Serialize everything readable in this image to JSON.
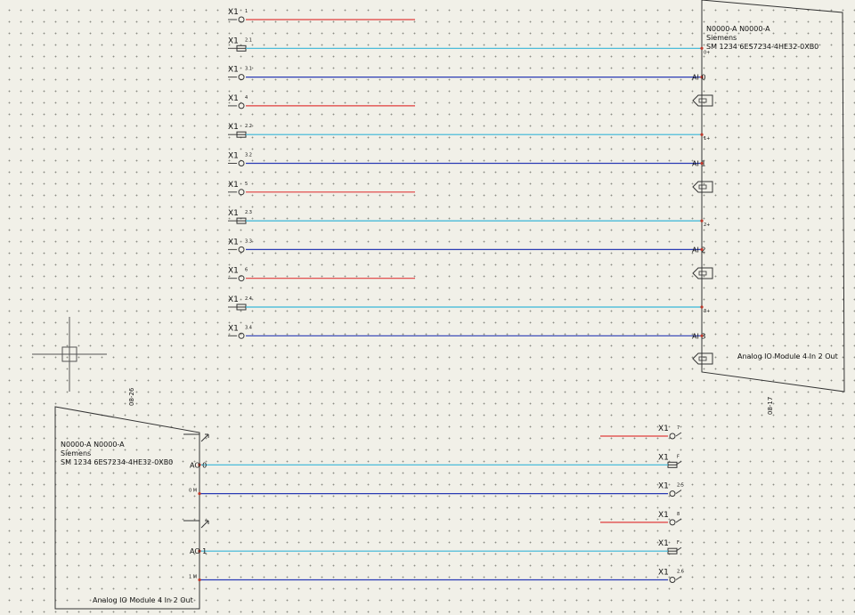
{
  "colors": {
    "shield": "#e03c3c",
    "signal": "#37b6d8",
    "ground": "#2a3bb4",
    "outline": "#333333",
    "background": "#f1f0e8"
  },
  "terminal_prefix": "X1",
  "upper_wires": [
    {
      "sub": "1",
      "kind": "shield"
    },
    {
      "sub": "2.1",
      "kind": "signal",
      "pin": "0+"
    },
    {
      "sub": "3.1",
      "kind": "ground",
      "port": "AI 0"
    },
    {
      "sub": "4",
      "kind": "shield"
    },
    {
      "sub": "2.2",
      "kind": "signal",
      "pin": "1+"
    },
    {
      "sub": "3.2",
      "kind": "ground",
      "port": "AI 1"
    },
    {
      "sub": "5",
      "kind": "shield"
    },
    {
      "sub": "2.3",
      "kind": "signal",
      "pin": "2+"
    },
    {
      "sub": "3.3",
      "kind": "ground",
      "port": "AI 2"
    },
    {
      "sub": "6",
      "kind": "shield"
    },
    {
      "sub": "2.4",
      "kind": "signal",
      "pin": "3+"
    },
    {
      "sub": "3.4",
      "kind": "ground",
      "port": "AI 3"
    }
  ],
  "lower_wires": [
    {
      "sub": "7",
      "kind": "shield"
    },
    {
      "sub": "F",
      "kind": "signal",
      "port": "AO 0"
    },
    {
      "sub": "2.5",
      "kind": "ground",
      "pin": "0 M"
    },
    {
      "sub": "8",
      "kind": "shield"
    },
    {
      "sub": "F",
      "kind": "signal",
      "port": "AO 1"
    },
    {
      "sub": "2.6",
      "kind": "ground",
      "pin": "1 M"
    }
  ],
  "module_top": {
    "header": [
      "N0000-A N0000-A",
      "Siemens",
      "SM 1234 6ES7234-4HE32-0XB0"
    ],
    "name": "Analog IO Module 4 In 2 Out",
    "ref": "08-17"
  },
  "module_bottom": {
    "header": [
      "N0000-A N0000-A",
      "Siemens",
      "SM 1234 6ES7234-4HE32-0XB0"
    ],
    "name": "Analog IO Module 4 In 2 Out",
    "ref": "08-26"
  }
}
